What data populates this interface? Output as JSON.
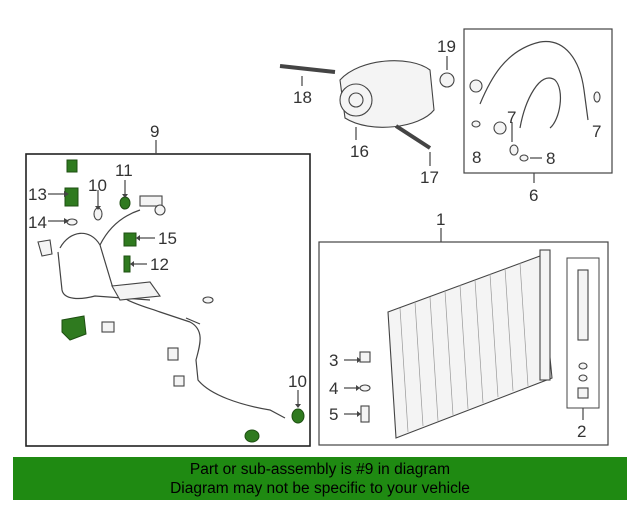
{
  "callouts": {
    "c1": "1",
    "c2": "2",
    "c3": "3",
    "c4": "4",
    "c5": "5",
    "c6": "6",
    "c7a": "7",
    "c7b": "7",
    "c8a": "8",
    "c8b": "8",
    "c9": "9",
    "c10a": "10",
    "c10b": "10",
    "c11": "11",
    "c12": "12",
    "c13": "13",
    "c14": "14",
    "c15": "15",
    "c16": "16",
    "c17": "17",
    "c18": "18",
    "c19": "19"
  },
  "colors": {
    "highlight": "#2f7a1f",
    "banner": "#1f8a12"
  },
  "banner": {
    "line1": "Part or sub-assembly is #9 in diagram",
    "line2": "Diagram may not be specific to your vehicle"
  }
}
